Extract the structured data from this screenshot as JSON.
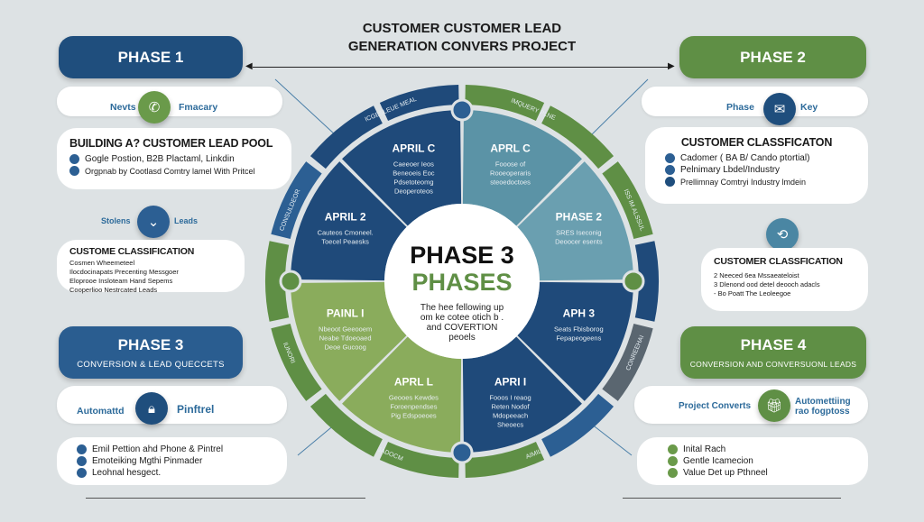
{
  "title": {
    "line1": "CUSTOMER CUSTOMER LEAD",
    "line2": "GENERATION CONVERS PROJECT"
  },
  "left": {
    "phase1": {
      "title": "PHASE 1",
      "pill_left": "Nevts",
      "pill_right": "Fmacary",
      "icon": "phone-icon",
      "card_title": "BUILDING A? CUSTOMER LEAD POOL",
      "items": [
        "Gogle Postion, B2B Plactaml, Linkdin",
        "Orgpnab by Cootlasd Comtry lamel With Pritcel"
      ]
    },
    "mid": {
      "left": "Stolens",
      "right": "Leads",
      "icon": "chevron-icon",
      "card_title": "CUSTOME CLASSIFICATION",
      "items": [
        "Cosmen Wheemeteel",
        "Ilocdocinapats Precenting Messgoer",
        "Eloprooe Insloteam Hand Sepems",
        "Cooperlioo Nestrcated Leads"
      ]
    },
    "phase3": {
      "title": "PHASE 3",
      "subtitle": "CONVERSION & LEAD QUECCETS",
      "pill_left": "Automattd",
      "pill_right": "Pinftrel",
      "icon": "lock-icon",
      "items": [
        "Emil Pettion ahd Phone & Pintrel",
        "Emoteiking Mgthi Pinmader",
        "Leohnal hesgect."
      ]
    }
  },
  "right": {
    "phase2": {
      "title": "PHASE 2",
      "pill_left": "Phase",
      "pill_right": "Key",
      "icon": "mail-icon",
      "card_title": "CUSTOMER CLASSFICATON",
      "items": [
        "Cadomer ( BA B/ Cando ptortial)",
        "Pelnimary Lbdel/Industry",
        "Prellimnay Comtryi Industry lmdein"
      ]
    },
    "mid": {
      "icon": "refresh-icon",
      "card_title": "CUSTOMER CLASSFICATION",
      "items": [
        "2  Neeced 6ea Mssaeateloist",
        "3  Dlenond ood detel deooch adacls",
        "-  Bo Poatt The Leoleegoe"
      ]
    },
    "phase4": {
      "title": "PHASE 4",
      "subtitle": "CONVERSION AND CONVERSUONL LEADS",
      "pill_left": "Project Converts",
      "pill_right": "Automettiing rao fogptoss",
      "icon": "gift-icon",
      "items": [
        "Inital Rach",
        "Gentle Icamecion",
        "Value Det up Pthneel"
      ]
    }
  },
  "wheel": {
    "center": {
      "title": "PHASE 3",
      "subtitle": "PHASES",
      "text": [
        "The hee fellowing up",
        "om ke cotee otich b .",
        "and COVERTION",
        "peoels"
      ]
    },
    "segments": [
      {
        "title": "APRL C",
        "text": [
          "Fooose of",
          "Rooeoperaris",
          "steoedoctoes"
        ],
        "color": "#5b93a6"
      },
      {
        "title": "PHASE 2",
        "text": [
          "SRES Iseconig",
          "Deoocer esents"
        ],
        "color": "#6a9fb0"
      },
      {
        "title": "APH 3",
        "text": [
          "Seats Fbisborog",
          "Fepapeogeens"
        ],
        "color": "#1f4a7a"
      },
      {
        "title": "APRI I",
        "text": [
          "Fooos I reaog",
          "Reten Nodof",
          "Mdopeeach",
          "Sheoecs"
        ],
        "color": "#1f4a7a"
      },
      {
        "title": "APRL L",
        "text": [
          "Geooes Kewdes",
          "Foroenpendses",
          "Pig Edspoeoes"
        ],
        "color": "#8aac5c"
      },
      {
        "title": "PAINL I",
        "text": [
          "Nbeoot Geeooem",
          "Neabe Tdoeoaed",
          "Deoe Gucoog"
        ],
        "color": "#8aac5c"
      },
      {
        "title": "APRIL 2",
        "text": [
          "Cauteos Cmoneel.",
          "Toecel Peaesks"
        ],
        "color": "#1f4a7a"
      },
      {
        "title": "APRIL C",
        "text": [
          "Caeeoer Ieos",
          "Beneoeis Eoc",
          "Pdsetoteomg",
          "Deoperoteos"
        ],
        "color": "#1f4a7a"
      }
    ],
    "ring_labels": [
      "IMQUERY PLNE",
      "ISS IM ALSSUL",
      "CONREEHAI",
      "AIMIL",
      "JADOCM",
      "IUNORI",
      "CONSULDEOR",
      "ICGESLEUE MEAL"
    ]
  }
}
